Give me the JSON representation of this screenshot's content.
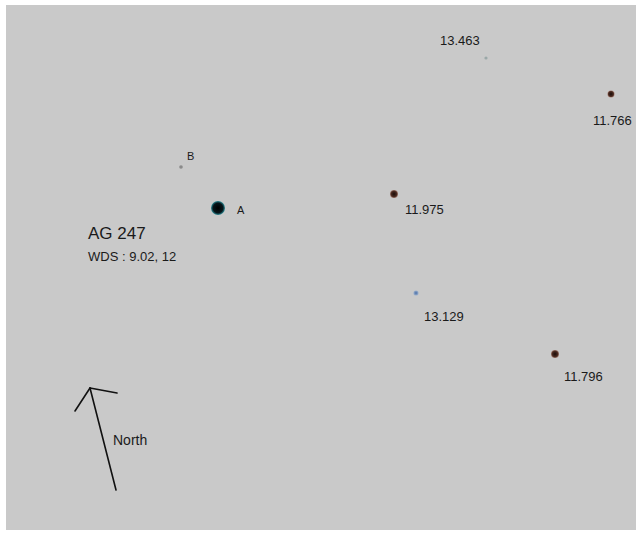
{
  "diagram": {
    "labels": [
      "13.463",
      "11.766",
      "B",
      "11.975",
      "A",
      "AG 247",
      "WDS : 9.02, 12",
      "13.129",
      "11.796",
      "North"
    ]
  }
}
